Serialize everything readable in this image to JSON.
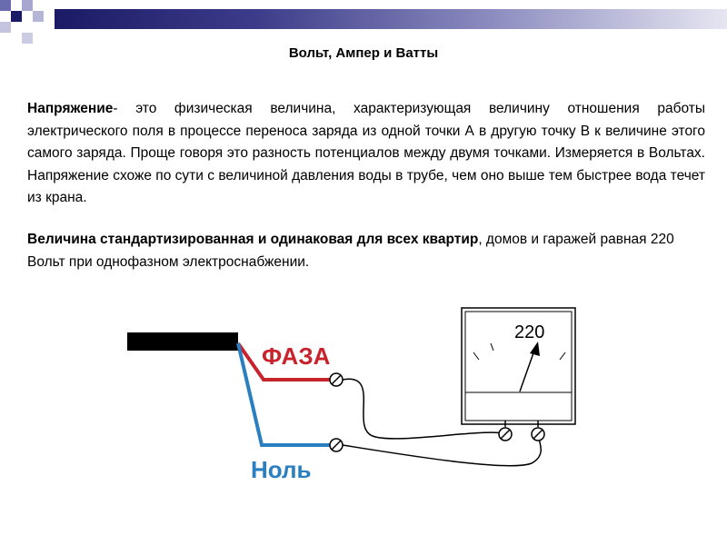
{
  "title": "Вольт, Ампер и Ватты",
  "paragraph1": {
    "term": "Напряжение",
    "text": "- это физическая величина, характеризующая величину отношения работы электрического поля в процессе переноса заряда из одной точки А в другую точку В к величине этого самого заряда. Проще говоря это разность потенциалов между двумя точками. Измеряется в Вольтах. Напряжение схоже по сути с величиной давления воды в трубе, чем оно выше тем быстрее вода течет из крана."
  },
  "paragraph2": {
    "bold": "Величина стандартизированная и одинаковая для всех квартир",
    "text": ", домов и гаражей равная 220 Вольт при однофазном электроснабжении."
  },
  "diagram": {
    "phase_label": "ФАЗА",
    "neutral_label": "Ноль",
    "meter_reading": "220",
    "colors": {
      "phase": "#c8232c",
      "neutral": "#2a7fc0",
      "cable": "#000000"
    }
  }
}
